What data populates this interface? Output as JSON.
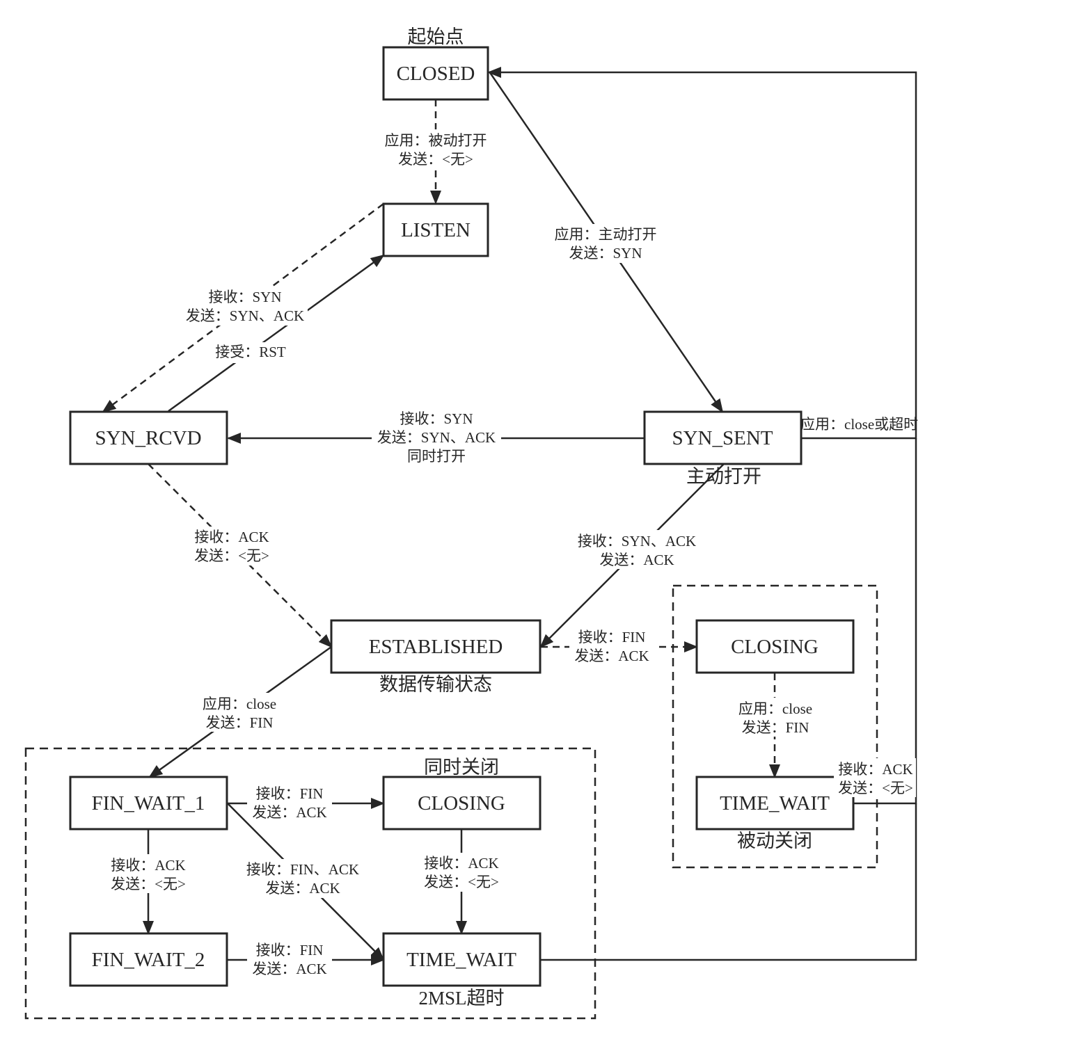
{
  "states": {
    "closed": "CLOSED",
    "listen": "LISTEN",
    "syn_rcvd": "SYN_RCVD",
    "syn_sent": "SYN_SENT",
    "established": "ESTABLISHED",
    "closing_right": "CLOSING",
    "time_wait_right": "TIME_WAIT",
    "fin_wait_1": "FIN_WAIT_1",
    "closing_left": "CLOSING",
    "fin_wait_2": "FIN_WAIT_2",
    "time_wait_left": "TIME_WAIT"
  },
  "captions": {
    "start": "起始点",
    "active_open": "主动打开",
    "data_transfer": "数据传输状态",
    "simultaneous_close": "同时关闭",
    "passive_close": "被动关闭",
    "timeout_2msl": "2MSL超时"
  },
  "transitions": {
    "closed_listen": [
      "应用：被动打开",
      "发送：<无>"
    ],
    "closed_syn_sent": [
      "应用：主动打开",
      "发送：SYN"
    ],
    "listen_syn_rcvd": [
      "接收：SYN",
      "发送：SYN、ACK"
    ],
    "syn_rcvd_listen": [
      "接受：RST"
    ],
    "syn_sent_syn_rcvd": [
      "接收：SYN",
      "发送：SYN、ACK",
      "同时打开"
    ],
    "syn_sent_closed": [
      "应用：close或超时"
    ],
    "syn_rcvd_established": [
      "接收：ACK",
      "发送：<无>"
    ],
    "syn_sent_established": [
      "接收：SYN、ACK",
      "发送：ACK"
    ],
    "established_closing": [
      "接收：FIN",
      "发送：ACK"
    ],
    "closing_time_wait_right": [
      "应用：close",
      "发送：FIN"
    ],
    "time_wait_right_closed": [
      "接收：ACK",
      "发送：<无>"
    ],
    "established_fin_wait_1": [
      "应用：close",
      "发送：FIN"
    ],
    "fin_wait_1_closing": [
      "接收：FIN",
      "发送：ACK"
    ],
    "fin_wait_1_fin_wait_2": [
      "接收：ACK",
      "发送：<无>"
    ],
    "fin_wait_1_time_wait": [
      "接收：FIN、ACK",
      "发送：ACK"
    ],
    "closing_time_wait_left": [
      "接收：ACK",
      "发送：<无>"
    ],
    "fin_wait_2_time_wait": [
      "接收：FIN",
      "发送：ACK"
    ]
  },
  "colors": {
    "ink": "#262626",
    "background": "#ffffff"
  }
}
